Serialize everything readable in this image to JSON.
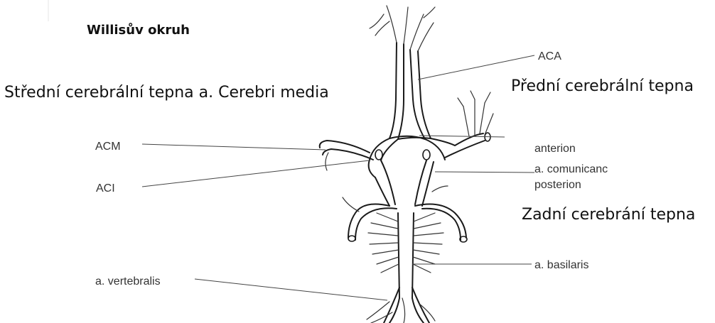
{
  "title": "Willisův okruh",
  "captions": {
    "middle": "Střední cerebrální tepna a. Cerebri media",
    "anterior": "Přední cerebrální tepna",
    "posterior": "Zadní cerebrání tepna"
  },
  "labels": {
    "aca": "ACA",
    "acm": "ACM",
    "anterion": "anterion",
    "aci": "ACI",
    "comunicanc": "a. comunicanc",
    "posterion": "posterion",
    "basilaris": "a. basilaris",
    "vertebralis": "a. vertebralis"
  }
}
